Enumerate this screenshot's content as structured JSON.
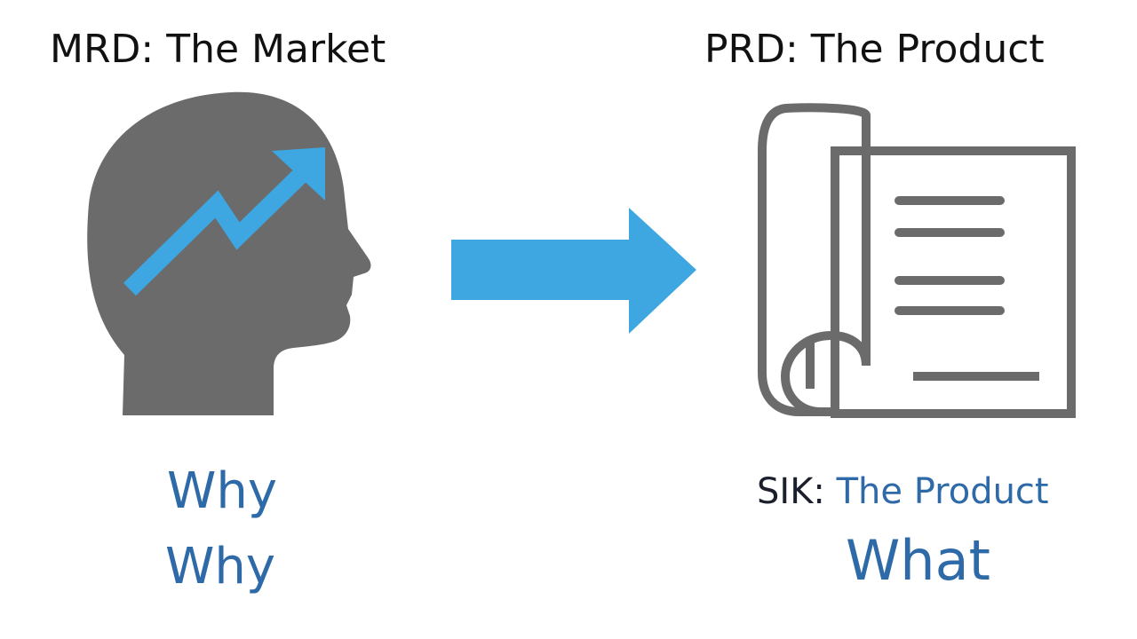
{
  "left": {
    "title": "MRD: The Market",
    "lines": [
      "Why",
      "Why"
    ],
    "icon": "head-growth-arrow-icon"
  },
  "connector": {
    "icon": "right-arrow-icon"
  },
  "right": {
    "title": "PRD: The Product",
    "subtitle_prefix": "SIK:",
    "subtitle_rest": " The Product",
    "word": "What",
    "icon": "document-scroll-icon"
  },
  "colors": {
    "icon_gray": "#6b6b6b",
    "accent_blue": "#3ea6e0",
    "text_blue": "#2e6aa8",
    "text_dark": "#111111"
  }
}
